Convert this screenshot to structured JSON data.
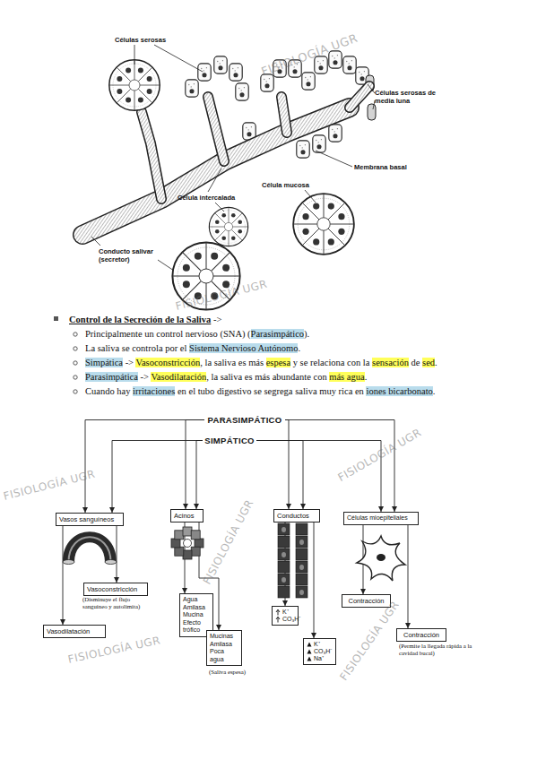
{
  "diagram": {
    "nodes": [
      {
        "text": [
          "PARASIMPÁTICO"
        ]
      },
      {
        "text": [
          "SIMPÁTICO"
        ]
      },
      {
        "text": [
          "Vasos sanguíneos"
        ]
      },
      {
        "text": [
          "Acinos"
        ]
      },
      {
        "text": [
          "Conductos"
        ]
      },
      {
        "text": [
          "Células mioepiteliales"
        ]
      },
      {
        "text": [
          "Vasoconstricción",
          "(Disminuye el flujo sanguíneo y autolimita)"
        ]
      },
      {
        "text": [
          "Vasodilatación"
        ]
      },
      {
        "text": [
          "Agua Amilasa Mucina Efecto trófico"
        ]
      },
      {
        "text": [
          "Mucinas Amilasa Poca agua",
          "(Saliva espesa)"
        ]
      },
      {
        "text": [
          "K⁺ CO₃H⁻"
        ]
      },
      {
        "text": [
          "K⁺ CO₃H⁻ Na⁺"
        ]
      },
      {
        "text": [
          "Contracción"
        ]
      },
      {
        "text": [
          "Contracción",
          "(Permite la llegada rápida a la cavidad bucal)"
        ]
      }
    ],
    "edges": [
      {
        "from": 0,
        "to": 2,
        "arrow": "to"
      },
      {
        "from": 0,
        "to": 3,
        "arrow": "to"
      },
      {
        "from": 0,
        "to": 4,
        "arrow": "to"
      },
      {
        "from": 0,
        "to": 5,
        "arrow": "to"
      },
      {
        "from": 1,
        "to": 2,
        "arrow": "to"
      },
      {
        "from": 1,
        "to": 3,
        "arrow": "to"
      },
      {
        "from": 1,
        "to": 4,
        "arrow": "to"
      },
      {
        "from": 1,
        "to": 5,
        "arrow": "to"
      },
      {
        "from": 2,
        "to": 7,
        "arrow": "to"
      },
      {
        "from": 2,
        "to": 6,
        "arrow": "to"
      },
      {
        "from": 3,
        "to": 8,
        "arrow": "to"
      },
      {
        "from": 3,
        "to": 9,
        "arrow": "to"
      },
      {
        "from": 4,
        "to": 10,
        "arrow": "to"
      },
      {
        "from": 4,
        "to": 11,
        "arrow": "to"
      },
      {
        "from": 5,
        "to": 12,
        "arrow": "to"
      },
      {
        "from": 5,
        "to": 13,
        "arrow": "to"
      }
    ],
    "labels": [
      "Células serosas",
      "Células serosas de media luna",
      "Membrana basal",
      "Célula mucosa",
      "Célula intercalada",
      "Conducto salivar (secretor)",
      "FISIOLOGÍA UGR",
      "FISIOLOGÍA UGR",
      "Control de la Secreción de la Saliva",
      "->",
      "Principalmente un control nervioso (SNA) (",
      "Parasimpático",
      ").",
      "La saliva se controla por el",
      "Sistema Nervioso Autónomo",
      ".",
      "Simpática",
      "->",
      "Vasoconstricción",
      ", la saliva es más",
      "espesa",
      "y se relaciona con la",
      "sensación",
      "de",
      "sed",
      ".",
      "Parasimpática",
      "->",
      "Vasodilatación",
      ", la saliva es más abundante con",
      "más agua",
      ".",
      "Cuando hay",
      "irritaciones",
      "en el tubo digestivo se segrega saliva muy rica en",
      "iones bicarbonato",
      ".",
      "FISIOLOGÍA UGR",
      "FISIOLOGÍA UGR",
      "FISIOLOGÍA UGR",
      "FISIOLOGÍA UGR",
      "FISIOLOGÍA UGR"
    ]
  }
}
